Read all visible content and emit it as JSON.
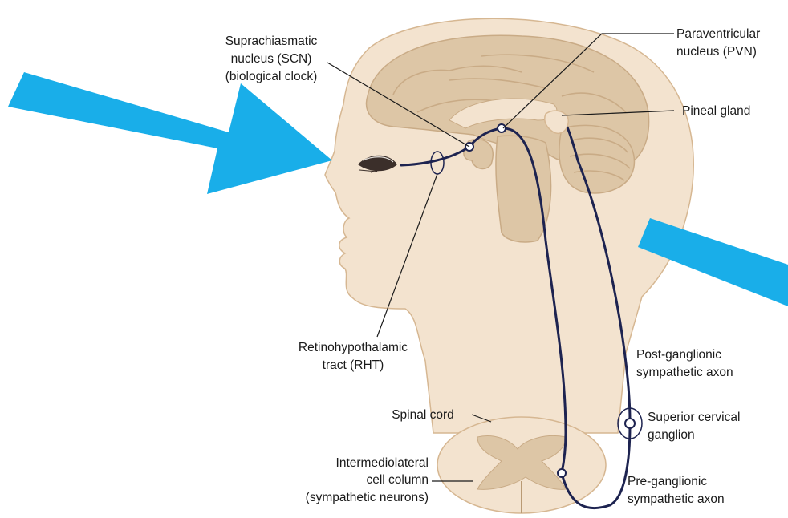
{
  "colors": {
    "skin": "#f3e3cf",
    "skin_outline": "#d6b792",
    "brain": "#ddc6a6",
    "brain_dark": "#c9ab86",
    "nerve": "#1d2350",
    "arrow": "#19aee9",
    "text": "#1a1a1a"
  },
  "labels": {
    "scn": [
      "Suprachiasmatic",
      "nucleus (SCN)",
      "(biological clock)"
    ],
    "pvn": [
      "Paraventricular",
      "nucleus (PVN)"
    ],
    "pineal": "Pineal gland",
    "rht": [
      "Retinohypothalamic",
      "tract (RHT)"
    ],
    "post_ganglionic": [
      "Post-ganglionic",
      "sympathetic axon"
    ],
    "spinal_cord": "Spinal cord",
    "superior_cervical": [
      "Superior cervical",
      "ganglion"
    ],
    "intermediolateral": [
      "Intermediolateral",
      "cell column",
      "(sympathetic neurons)"
    ],
    "pre_ganglionic": [
      "Pre-ganglionic",
      "sympathetic axon"
    ]
  }
}
